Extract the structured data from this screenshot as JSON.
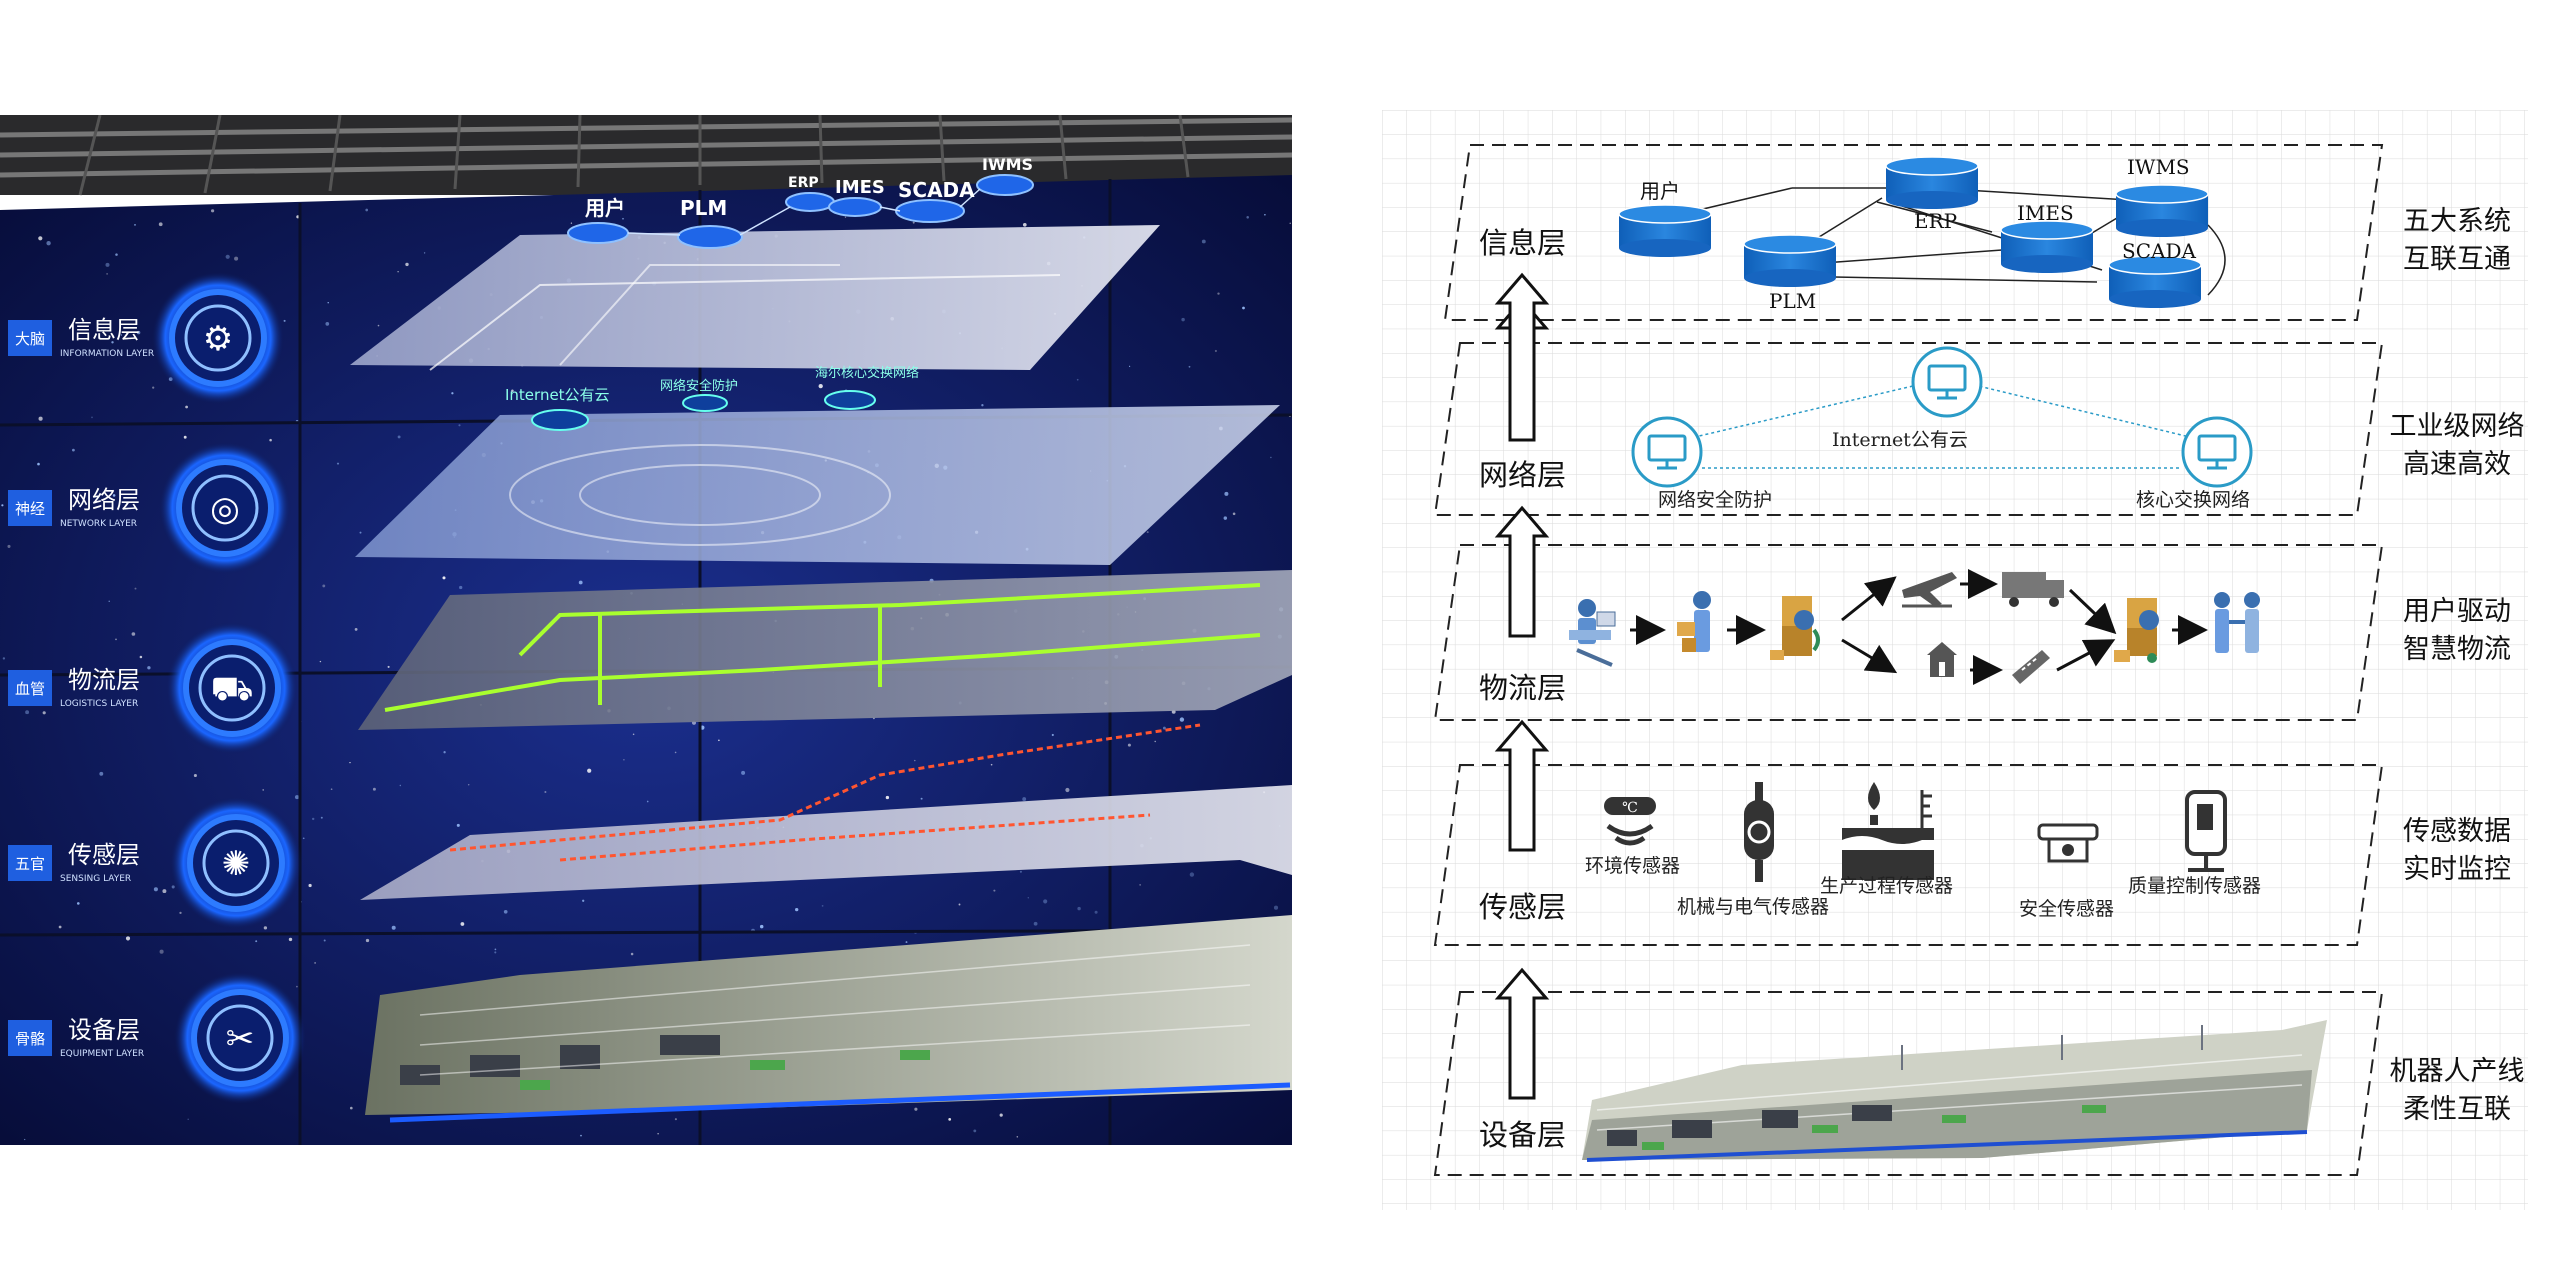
{
  "photo": {
    "layers": [
      {
        "tag": "大脑",
        "name": "信息层",
        "en": "INFORMATION LAYER",
        "icon": "gear-icon"
      },
      {
        "tag": "神经",
        "name": "网络层",
        "en": "NETWORK LAYER",
        "icon": "globe-icon"
      },
      {
        "tag": "血管",
        "name": "物流层",
        "en": "LOGISTICS LAYER",
        "icon": "truck-icon"
      },
      {
        "tag": "五官",
        "name": "传感层",
        "en": "SENSING LAYER",
        "icon": "sensor-icon"
      },
      {
        "tag": "骨骼",
        "name": "设备层",
        "en": "EQUIPMENT LAYER",
        "icon": "tools-icon"
      }
    ],
    "systems": {
      "user": "用户",
      "plm": "PLM",
      "erp": "ERP",
      "imes": "IMES",
      "scada": "SCADA",
      "iwms": "IWMS"
    },
    "network": {
      "cloud": "Internet公有云",
      "security": "网络安全防护",
      "core": "海尔核心交换网络"
    }
  },
  "diagram": {
    "layers": [
      {
        "name": "信息层",
        "desc1": "五大系统",
        "desc2": "互联互通"
      },
      {
        "name": "网络层",
        "desc1": "工业级网络",
        "desc2": "高速高效"
      },
      {
        "name": "物流层",
        "desc1": "用户驱动",
        "desc2": "智慧物流"
      },
      {
        "name": "传感层",
        "desc1": "传感数据",
        "desc2": "实时监控"
      },
      {
        "name": "设备层",
        "desc1": "机器人产线",
        "desc2": "柔性互联"
      }
    ],
    "systems": {
      "user": "用户",
      "plm": "PLM",
      "erp": "ERP",
      "imes": "IMES",
      "scada": "SCADA",
      "iwms": "IWMS"
    },
    "network": {
      "cloud": "Internet公有云",
      "security": "网络安全防护",
      "core": "核心交换网络"
    },
    "sensors": {
      "env": "环境传感器",
      "mech": "机械与电气传感器",
      "process": "生产过程传感器",
      "safety": "安全传感器",
      "quality": "质量控制传感器",
      "temp_unit": "℃"
    },
    "colors": {
      "accent": "#1f6fc1",
      "teal": "#2a9bc7"
    }
  }
}
